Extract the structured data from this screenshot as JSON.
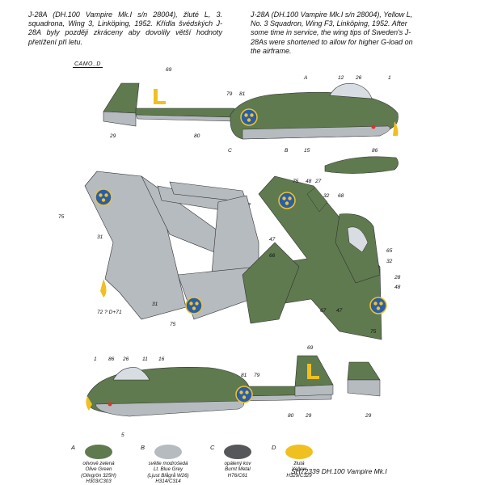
{
  "caption_cz": "J-28A (DH.100 Vampire Mk.I s/n 28004), žluté L, 3. squadrona, Wing 3, Linköping, 1952. Křídla švédských J-28A byly později zkráceny aby dovolily větší hodnoty přetížení při letu.",
  "caption_en": "J-28A (DH.100 Vampire Mk.I s/n 28004), Yellow L, No. 3 Squadron, Wing F3, Linköping, 1952. After some time in service, the wing tips of Sweden's J-28As were shortened to allow for higher G-load on the airframe.",
  "camo_label": "CAMO_D",
  "colors": {
    "olive": "#5f7a4f",
    "grey": "#b6bbc0",
    "metal": "#55575a",
    "yellow": "#f0c020",
    "roundel_blue": "#2a5fa8",
    "crown": "#f2c22a"
  },
  "side_callouts": {
    "n69": "69",
    "a": "A",
    "n12": "12",
    "n26": "26",
    "n1": "1",
    "n79": "79",
    "n81": "81",
    "n29": "29",
    "n80": "80",
    "c": "C",
    "b": "B",
    "n15": "15",
    "n86": "86"
  },
  "bottom_callouts": {
    "n75a": "75",
    "n31a": "31",
    "n31b": "31",
    "n75b": "75",
    "serial": "72 ? D+71"
  },
  "top_callouts": {
    "n75a": "75",
    "n48": "48",
    "n27": "27",
    "n32a": "32",
    "n68": "68",
    "n47a": "47",
    "n66": "66",
    "n65": "65",
    "n32b": "32",
    "n28": "28",
    "n48b": "48",
    "n67": "67",
    "n47b": "47",
    "n75b": "75"
  },
  "side2_callouts": {
    "n1": "1",
    "n86": "86",
    "n26": "26",
    "n11": "11",
    "n16": "16",
    "n69": "69",
    "n81": "81",
    "n79": "79",
    "n80": "80",
    "n29a": "29",
    "n29b": "29",
    "n5": "5"
  },
  "legend": [
    {
      "letter": "A",
      "line1": "olivově zelená",
      "line2": "Olive Green",
      "line3": "(Olivgrön 325H)",
      "line4": "H303/C303",
      "color": "#5f7a4f"
    },
    {
      "letter": "B",
      "line1": "světle modrošedá",
      "line2": "Lt. Blue Grey",
      "line3": "(Ljust Blågrå W26)",
      "line4": "H314/C314",
      "color": "#b6bbc0"
    },
    {
      "letter": "C",
      "line1": "opálený kov",
      "line2": "Burnt Metal",
      "line3": "H76/C61",
      "line4": "",
      "color": "#55575a"
    },
    {
      "letter": "D",
      "line1": "žlutá",
      "line2": "Yellow",
      "line3": "H329/C329",
      "line4": "",
      "color": "#f0c020"
    }
  ],
  "footer": "SH72339 DH.100 Vampire Mk.I"
}
